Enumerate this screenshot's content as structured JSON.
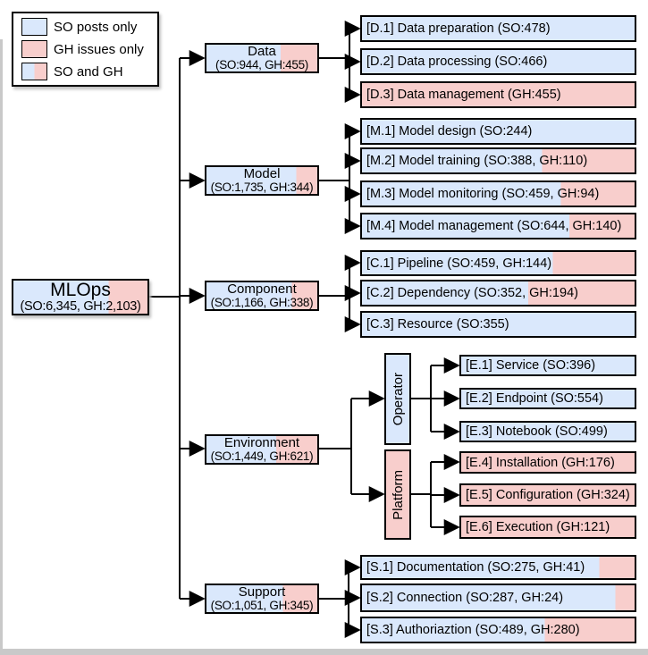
{
  "colors": {
    "so": "#dae8fc",
    "gh": "#f8cecc",
    "border": "#000000",
    "frame": "#c9c9c9"
  },
  "legend": {
    "so_label": "SO posts only",
    "gh_label": "GH issues only",
    "both_label": "SO and GH"
  },
  "nodes": {
    "root": {
      "title": "MLOps",
      "counts": "(SO:6,345, GH:2,103)",
      "split": 71
    },
    "data": {
      "title": "Data",
      "counts": "(SO:944, GH:455)",
      "split": 67
    },
    "model": {
      "title": "Model",
      "counts": "(SO:1,735, GH:344)",
      "split": 81
    },
    "component": {
      "title": "Component",
      "counts": "(SO:1,166, GH:338)",
      "split": 77
    },
    "environment": {
      "title": "Environment",
      "counts": "(SO:1,449, GH:621)",
      "split": 63
    },
    "support": {
      "title": "Support",
      "counts": "(SO:1,051, GH:345)",
      "split": 69
    },
    "operator": {
      "title": "Operator",
      "split": 100
    },
    "platform": {
      "title": "Platform",
      "split": 0
    },
    "d1": {
      "label": "[D.1] Data preparation (SO:478)",
      "split": 100
    },
    "d2": {
      "label": "[D.2] Data processing (SO:466)",
      "split": 100
    },
    "d3": {
      "label": "[D.3] Data management (GH:455)",
      "split": 0
    },
    "m1": {
      "label": "[M.1] Model design (SO:244)",
      "split": 100
    },
    "m2": {
      "label": "[M.2] Model training (SO:388, GH:110)",
      "split": 66
    },
    "m3": {
      "label": "[M.3] Model monitoring (SO:459, GH:94)",
      "split": 73
    },
    "m4": {
      "label": "[M.4] Model management (SO:644, GH:140)",
      "split": 76
    },
    "c1": {
      "label": "[C.1] Pipeline (SO:459, GH:144)",
      "split": 70
    },
    "c2": {
      "label": "[C.2] Dependency (SO:352, GH:194)",
      "split": 61
    },
    "c3": {
      "label": "[C.3] Resource (SO:355)",
      "split": 100
    },
    "e1": {
      "label": "[E.1] Service (SO:396)",
      "split": 100
    },
    "e2": {
      "label": "[E.2] Endpoint (SO:554)",
      "split": 100
    },
    "e3": {
      "label": "[E.3] Notebook (SO:499)",
      "split": 100
    },
    "e4": {
      "label": "[E.4] Installation (GH:176)",
      "split": 0
    },
    "e5": {
      "label": "[E.5] Configuration (GH:324)",
      "split": 0
    },
    "e6": {
      "label": "[E.6] Execution (GH:121)",
      "split": 0
    },
    "s1": {
      "label": "[S.1] Documentation (SO:275, GH:41)",
      "split": 87
    },
    "s2": {
      "label": "[S.2] Connection (SO:287, GH:24)",
      "split": 93
    },
    "s3": {
      "label": "[S.3] Authoriaztion (SO:489, GH:280)",
      "split": 67
    }
  }
}
